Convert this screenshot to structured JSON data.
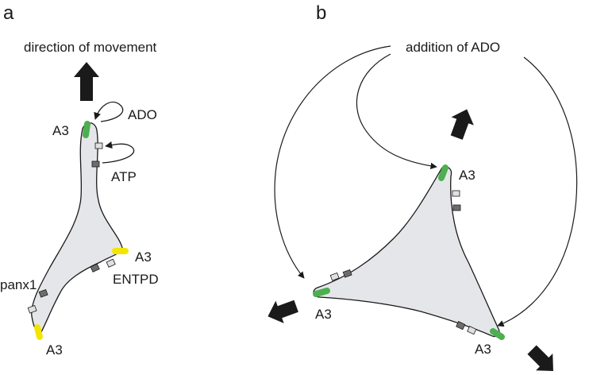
{
  "panels": {
    "a": {
      "letter": "a",
      "caption": "direction of movement",
      "labels": {
        "ado": "ADO",
        "atp": "ATP",
        "a3_top": "A3",
        "a3_right": "A3",
        "entpd": "ENTPD",
        "panx1": "panx1",
        "a3_bottom": "A3"
      }
    },
    "b": {
      "letter": "b",
      "caption": "addition of ADO",
      "labels": {
        "a3_top": "A3",
        "a3_left": "A3",
        "a3_right": "A3"
      }
    }
  },
  "colors": {
    "cell_fill": "#e5e6ea",
    "outline": "#1a1a1a",
    "receptor_green": "#4caf50",
    "receptor_yellow": "#f2e600",
    "channel_dark": "#6d6d6d",
    "channel_light": "#e0e0e0",
    "arrow": "#1a1a1a"
  }
}
